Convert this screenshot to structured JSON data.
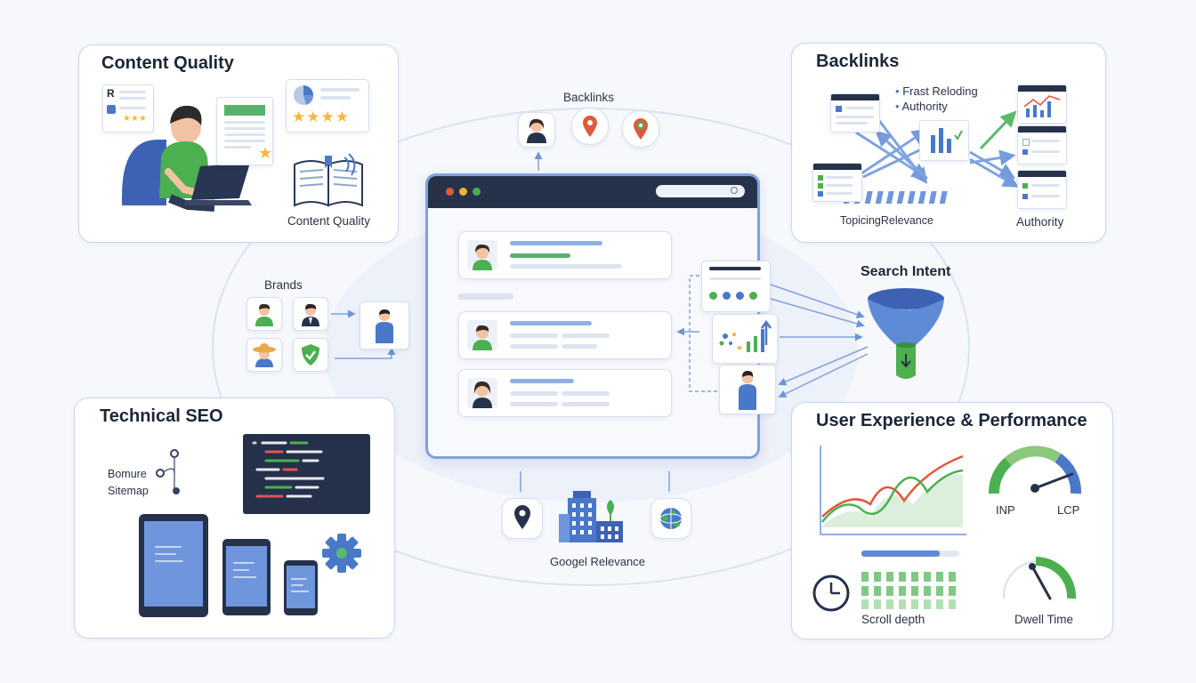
{
  "panels": {
    "content_quality": {
      "title": "Content Quality",
      "caption": "Content Quality",
      "letter": "R"
    },
    "backlinks": {
      "title": "Backlinks",
      "legend": [
        "Frast Reloding",
        "Authority"
      ],
      "caption_topical": "TopicingRelevance",
      "caption_authority": "Authority"
    },
    "technical_seo": {
      "title": "Technical SEO",
      "tree": [
        "Bomure",
        "Sitemap"
      ]
    },
    "ux": {
      "title": "User Experience & Performance",
      "gauge_labels": [
        "INP",
        "LCP"
      ],
      "scroll_label": "Scroll depth",
      "dwell_label": "Dwell Time"
    }
  },
  "center": {
    "backlinks_label": "Backlinks",
    "brands_label": "Brands",
    "search_intent_label": "Search Intent",
    "google_label": "Googel Relevance"
  },
  "colors": {
    "accent_blue": "#4a78c9",
    "accent_green": "#4caf50",
    "dark": "#26324a",
    "panel_border": "#c9d6ec"
  }
}
